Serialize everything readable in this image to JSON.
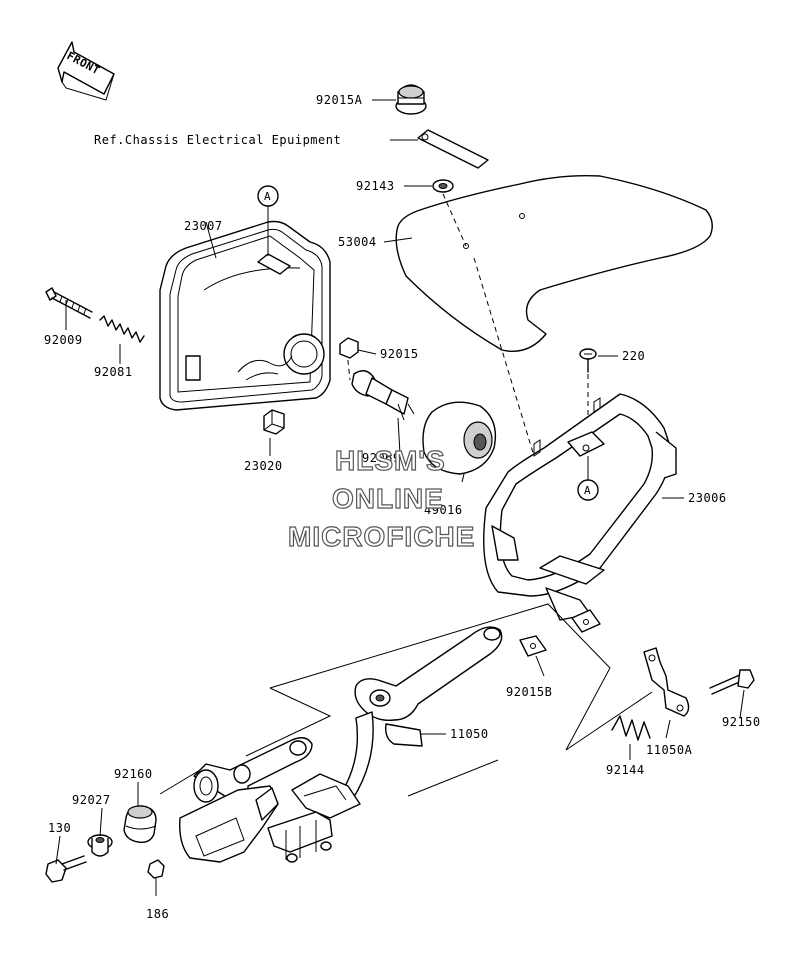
{
  "front_arrow": {
    "text": "FRONT"
  },
  "reference_note": "Ref.Chassis Electrical Epuipment",
  "callouts": {
    "a_top": "A",
    "a_bottom": "A"
  },
  "parts": {
    "p92015A": "92015A",
    "p92143": "92143",
    "p53004": "53004",
    "p23007": "23007",
    "p92009": "92009",
    "p92081": "92081",
    "p92015": "92015",
    "p220": "220",
    "p23020": "23020",
    "p92069": "92069",
    "p49016": "49016",
    "p23006": "23006",
    "p92015B": "92015B",
    "p11050": "11050",
    "p92150": "92150",
    "p11050A": "11050A",
    "p92144": "92144",
    "p92160": "92160",
    "p92027": "92027",
    "p130": "130",
    "p186": "186"
  },
  "watermark": {
    "line1": "HLSM'S",
    "line2": "ONLINE",
    "line3": "MICROFICHE"
  }
}
